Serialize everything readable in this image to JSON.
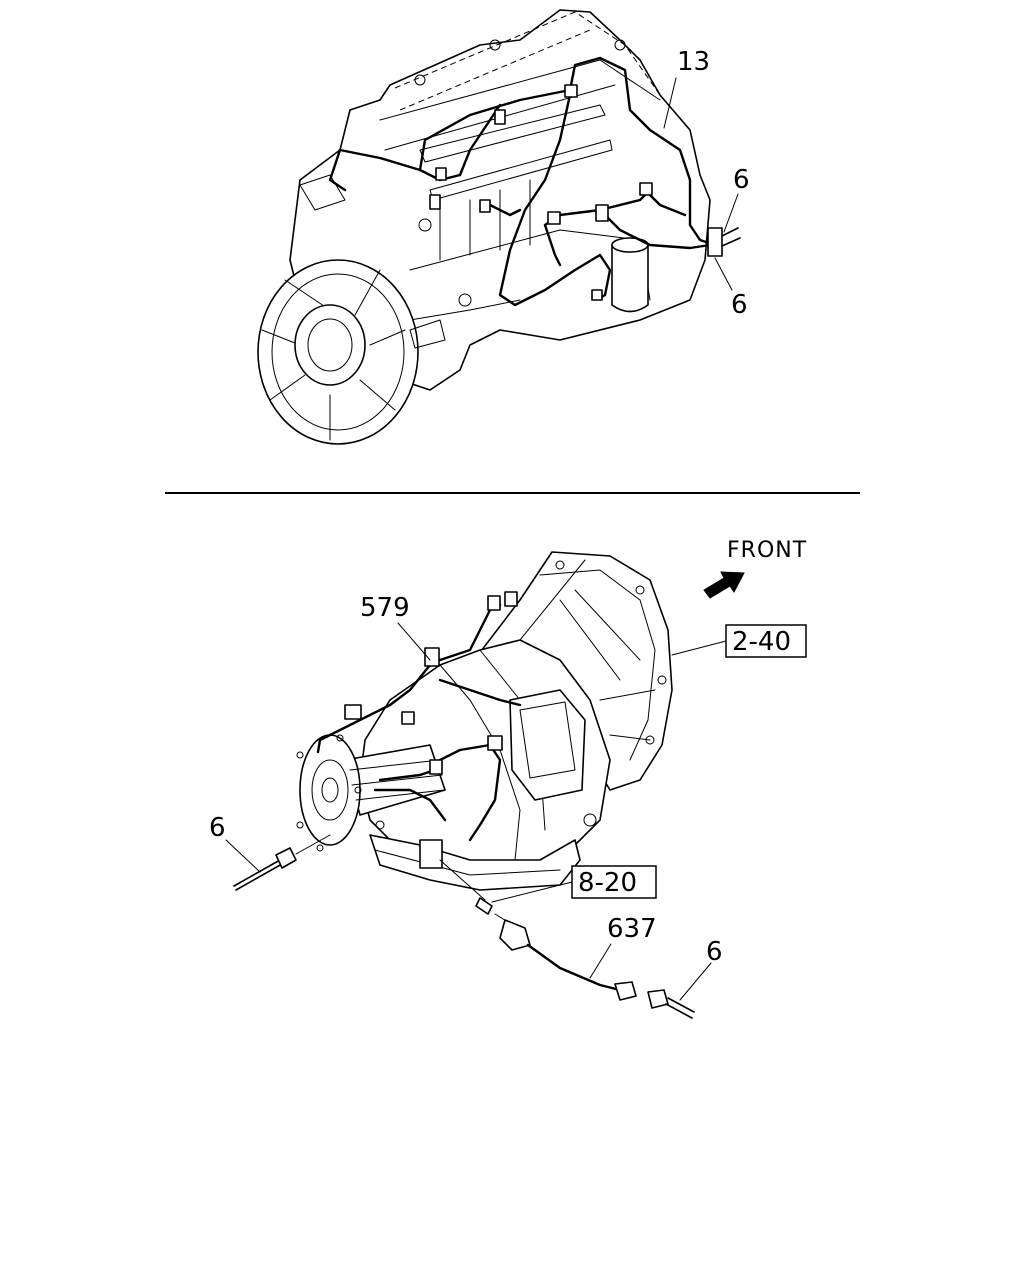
{
  "callouts": {
    "engine_harness": "13",
    "engine_connector_upper": "6",
    "engine_connector_lower": "6",
    "transmission_harness": "579",
    "left_connector": "6",
    "speed_sensor_harness": "637",
    "sensor_connector": "6"
  },
  "references": {
    "clutch_housing": "2-40",
    "speed_sensor": "8-20"
  },
  "direction": {
    "label": "FRONT"
  }
}
